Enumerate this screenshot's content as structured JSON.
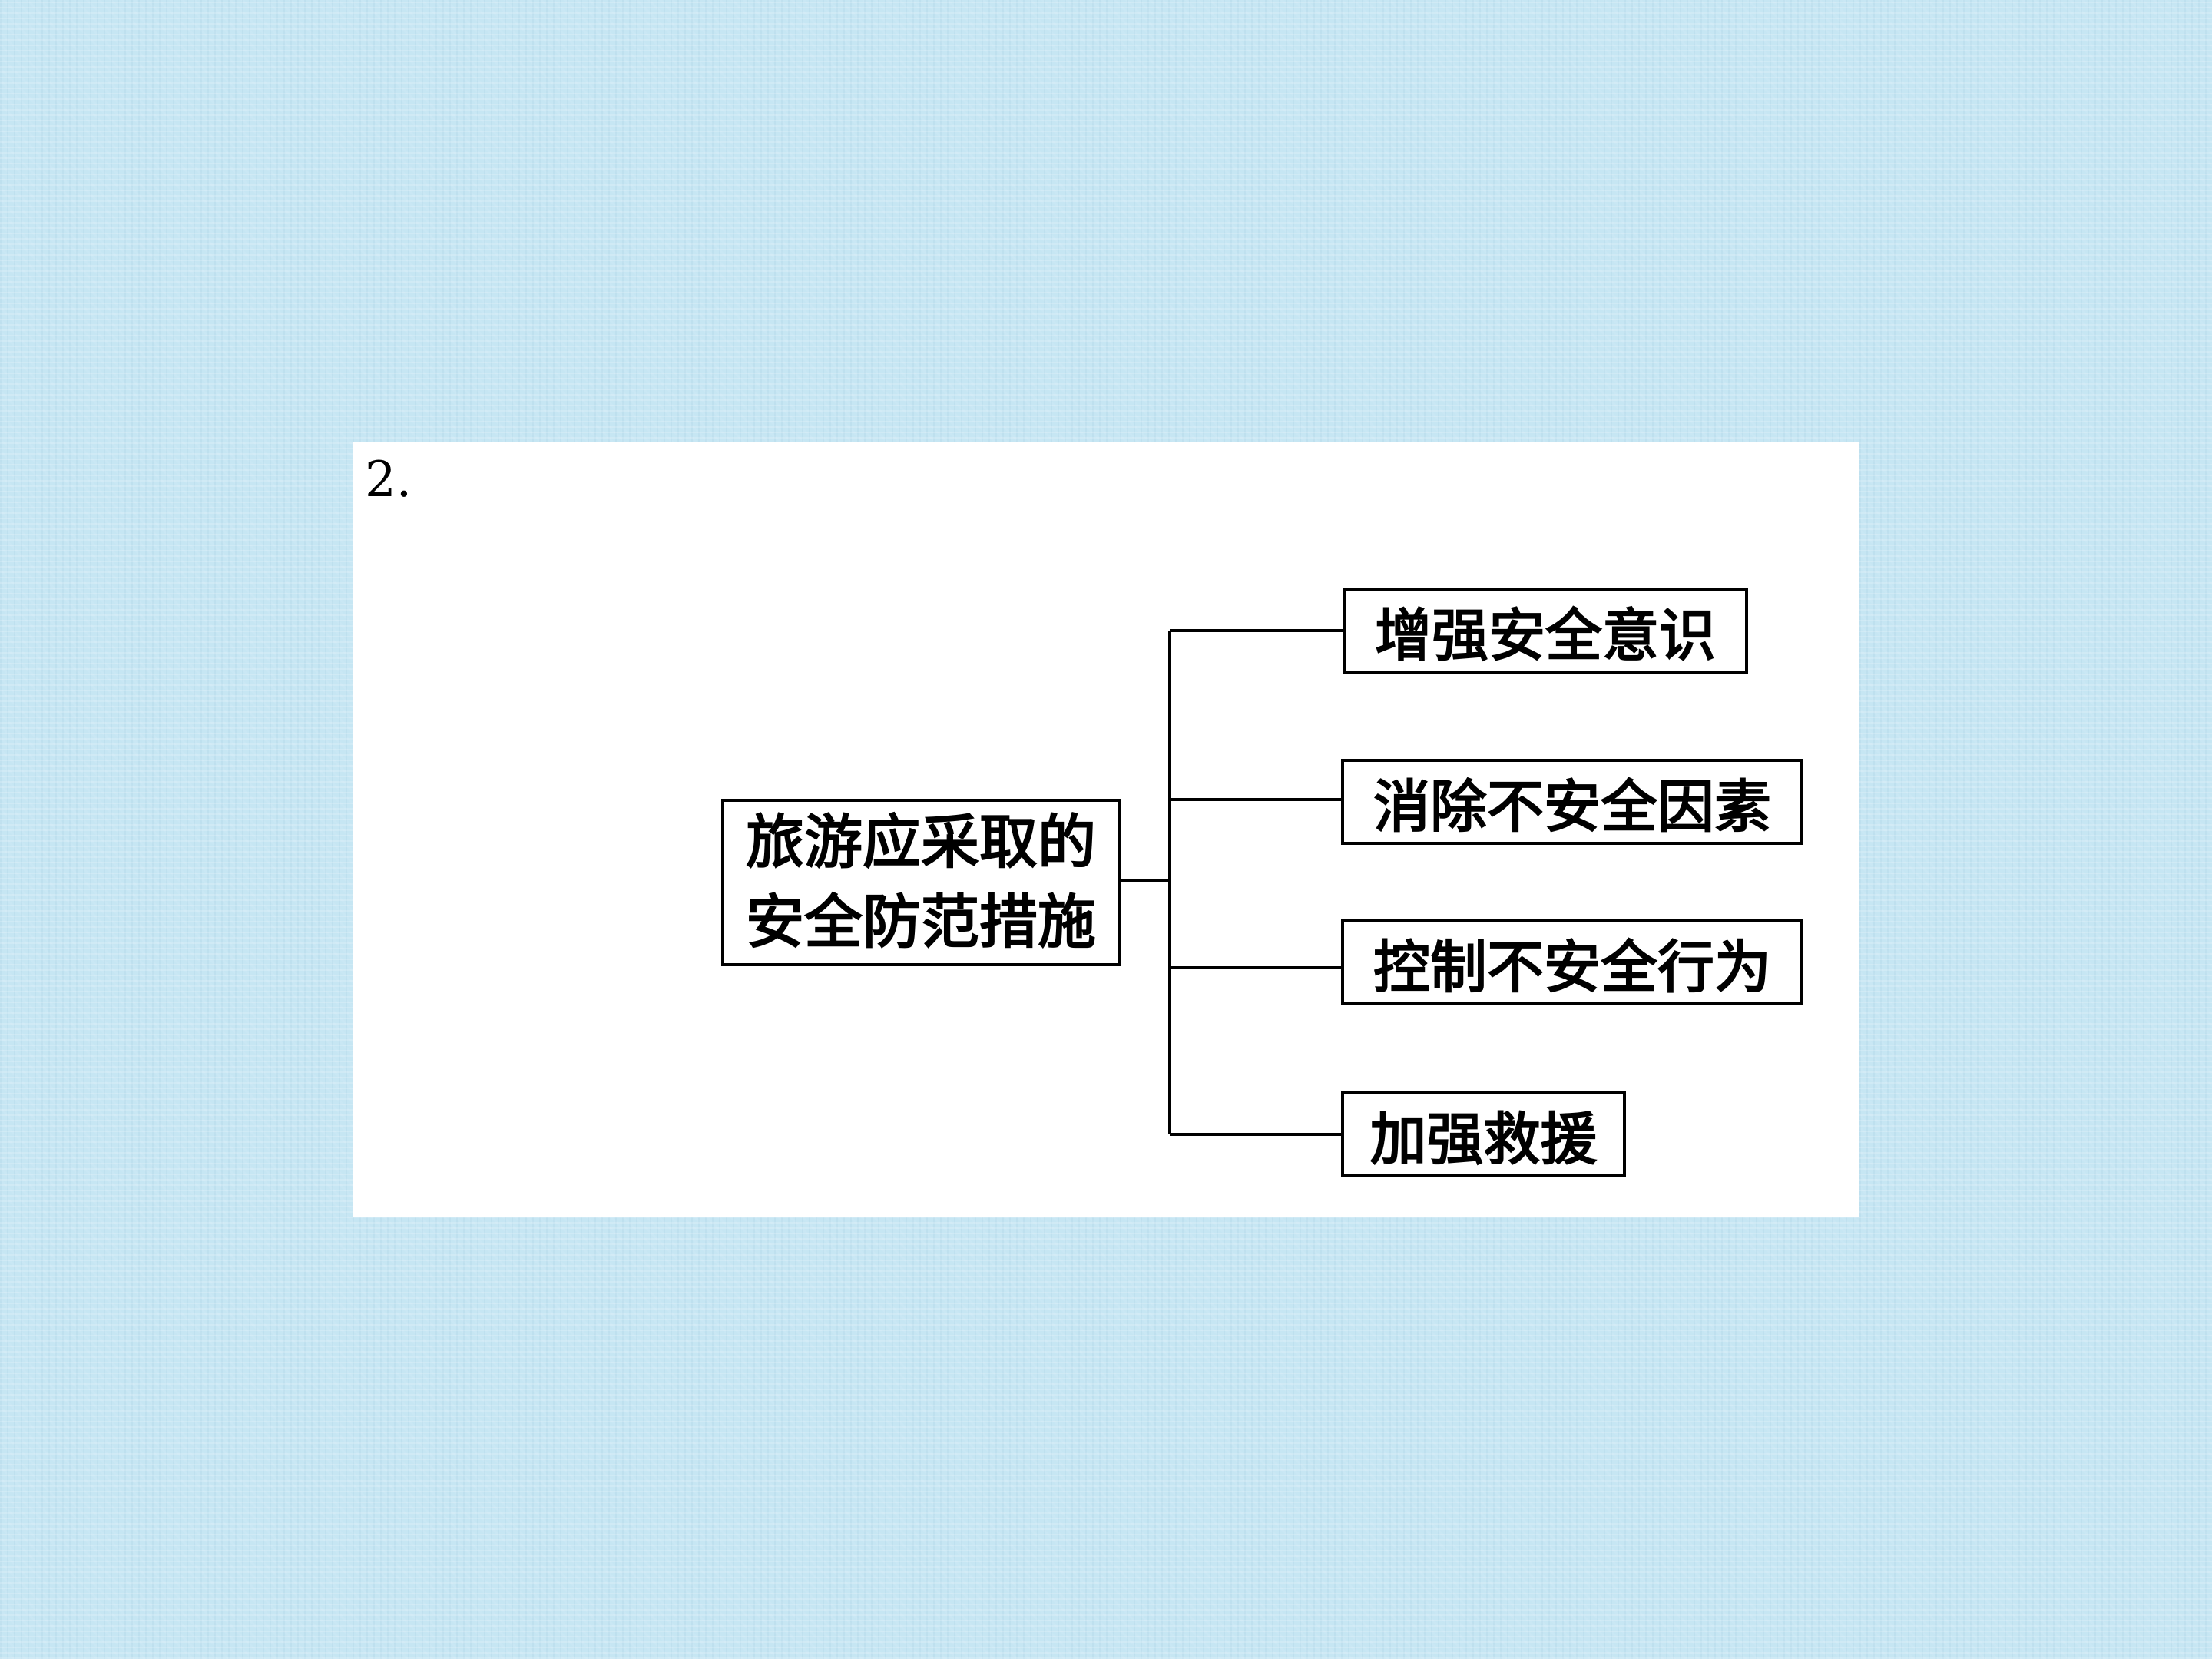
{
  "slide": {
    "background_color": "#c6e6f3",
    "panel_color": "#ffffff",
    "question_number": "2."
  },
  "diagram": {
    "root": {
      "line1": "旅游应采取的",
      "line2": "安全防范措施"
    },
    "branches": [
      {
        "label": "增强安全意识"
      },
      {
        "label": "消除不安全因素"
      },
      {
        "label": "控制不安全行为"
      },
      {
        "label": "加强救援"
      }
    ]
  }
}
